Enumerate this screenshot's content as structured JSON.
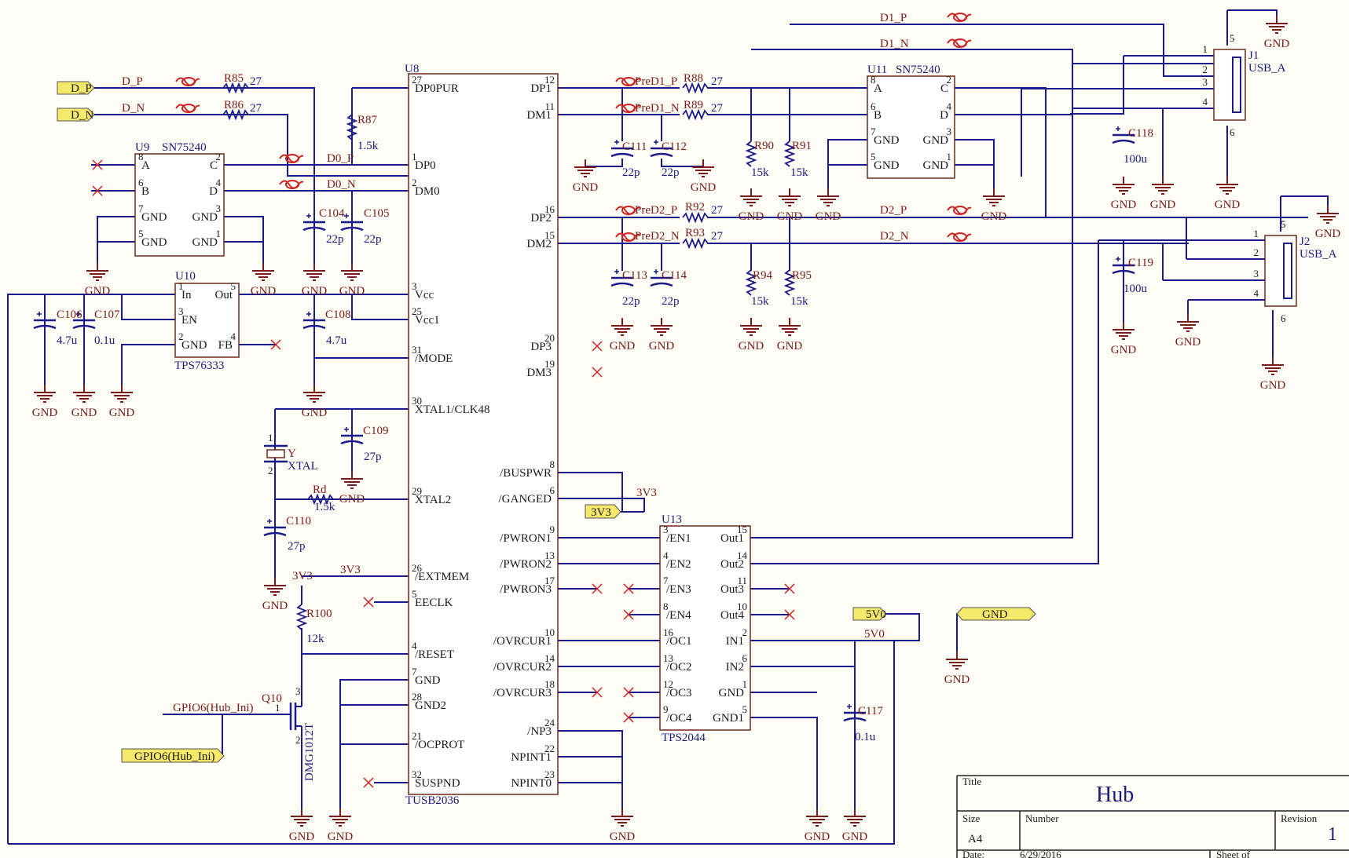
{
  "gnd_label": "GND",
  "ports": {
    "dp": "D_P",
    "dn": "D_N",
    "v33": "3V3",
    "gpio": "GPIO6(Hub_Ini)",
    "v5": "5V0",
    "gnd": "GND"
  },
  "nets": {
    "d_p": "D_P",
    "d_n": "D_N",
    "d0_p": "D0_P",
    "d0_n": "D0_N",
    "d1_p": "D1_P",
    "d1_n": "D1_N",
    "d2_p": "D2_P",
    "d2_n": "D2_N",
    "pred1_p": "PreD1_P",
    "pred1_n": "PreD1_N",
    "pred2_p": "PreD2_P",
    "pred2_n": "PreD2_N",
    "v33": "3V3",
    "v5": "5V0",
    "gpio": "GPIO6(Hub_Ini)"
  },
  "u8": {
    "ref": "U8",
    "name": "TUSB2036",
    "left": [
      {
        "num": "27",
        "name": "DP0PUR"
      },
      {
        "num": "1",
        "name": "DP0"
      },
      {
        "num": "2",
        "name": "DM0"
      },
      {
        "num": "3",
        "name": "Vcc"
      },
      {
        "num": "25",
        "name": "Vcc1"
      },
      {
        "num": "31",
        "name": "/MODE"
      },
      {
        "num": "30",
        "name": "XTAL1/CLK48"
      },
      {
        "num": "29",
        "name": "XTAL2"
      },
      {
        "num": "26",
        "name": "/EXTMEM"
      },
      {
        "num": "5",
        "name": "EECLK"
      },
      {
        "num": "4",
        "name": "/RESET"
      },
      {
        "num": "7",
        "name": "GND"
      },
      {
        "num": "28",
        "name": "GND2"
      },
      {
        "num": "21",
        "name": "/OCPROT"
      },
      {
        "num": "32",
        "name": "SUSPND"
      }
    ],
    "right": [
      {
        "num": "12",
        "name": "DP1"
      },
      {
        "num": "11",
        "name": "DM1"
      },
      {
        "num": "16",
        "name": "DP2"
      },
      {
        "num": "15",
        "name": "DM2"
      },
      {
        "num": "20",
        "name": "DP3"
      },
      {
        "num": "19",
        "name": "DM3"
      },
      {
        "num": "8",
        "name": "/BUSPWR"
      },
      {
        "num": "6",
        "name": "/GANGED"
      },
      {
        "num": "9",
        "name": "/PWRON1"
      },
      {
        "num": "13",
        "name": "/PWRON2"
      },
      {
        "num": "17",
        "name": "/PWRON3"
      },
      {
        "num": "10",
        "name": "/OVRCUR1"
      },
      {
        "num": "14",
        "name": "/OVRCUR2"
      },
      {
        "num": "18",
        "name": "/OVRCUR3"
      },
      {
        "num": "24",
        "name": "/NP3"
      },
      {
        "num": "22",
        "name": "NPINT1"
      },
      {
        "num": "23",
        "name": "NPINT0"
      }
    ]
  },
  "u9": {
    "ref": "U9",
    "name": "SN75240",
    "l": [
      {
        "num": "8",
        "name": "A"
      },
      {
        "num": "6",
        "name": "B"
      },
      {
        "num": "7",
        "name": "GND"
      },
      {
        "num": "5",
        "name": "GND"
      }
    ],
    "r": [
      {
        "num": "2",
        "name": "C"
      },
      {
        "num": "4",
        "name": "D"
      },
      {
        "num": "3",
        "name": "GND"
      },
      {
        "num": "1",
        "name": "GND"
      }
    ]
  },
  "u11": {
    "ref": "U11",
    "name": "SN75240",
    "l": [
      {
        "num": "8",
        "name": "A"
      },
      {
        "num": "6",
        "name": "B"
      },
      {
        "num": "7",
        "name": "GND"
      },
      {
        "num": "5",
        "name": "GND"
      }
    ],
    "r": [
      {
        "num": "2",
        "name": "C"
      },
      {
        "num": "4",
        "name": "D"
      },
      {
        "num": "3",
        "name": "GND"
      },
      {
        "num": "1",
        "name": "GND"
      }
    ]
  },
  "u10": {
    "ref": "U10",
    "name": "TPS76333",
    "l": [
      {
        "num": "1",
        "name": "In"
      },
      {
        "num": "3",
        "name": "EN"
      },
      {
        "num": "2",
        "name": "GND"
      }
    ],
    "r": [
      {
        "num": "5",
        "name": "Out"
      },
      {
        "num": "4",
        "name": "FB"
      }
    ]
  },
  "u13": {
    "ref": "U13",
    "name": "TPS2044",
    "l": [
      {
        "num": "3",
        "name": "/EN1"
      },
      {
        "num": "4",
        "name": "/EN2"
      },
      {
        "num": "7",
        "name": "/EN3"
      },
      {
        "num": "8",
        "name": "/EN4"
      },
      {
        "num": "16",
        "name": "/OC1"
      },
      {
        "num": "13",
        "name": "/OC2"
      },
      {
        "num": "12",
        "name": "/OC3"
      },
      {
        "num": "9",
        "name": "/OC4"
      }
    ],
    "r": [
      {
        "num": "15",
        "name": "Out1"
      },
      {
        "num": "14",
        "name": "Out2"
      },
      {
        "num": "11",
        "name": "Out3"
      },
      {
        "num": "10",
        "name": "Out4"
      },
      {
        "num": "2",
        "name": "IN1"
      },
      {
        "num": "6",
        "name": "IN2"
      },
      {
        "num": "1",
        "name": "GND"
      },
      {
        "num": "5",
        "name": "GND1"
      }
    ]
  },
  "j1": {
    "ref": "J1",
    "name": "USB_A",
    "pins": [
      "1",
      "2",
      "3",
      "4"
    ],
    "shield": [
      "5",
      "6"
    ]
  },
  "j2": {
    "ref": "J2",
    "name": "USB_A",
    "pins": [
      "1",
      "2",
      "3",
      "4"
    ],
    "shield": [
      "5",
      "6"
    ]
  },
  "resistors": {
    "r85": {
      "ref": "R85",
      "val": "27"
    },
    "r86": {
      "ref": "R86",
      "val": "27"
    },
    "r87": {
      "ref": "R87",
      "val": "1.5k"
    },
    "r88": {
      "ref": "R88",
      "val": "27"
    },
    "r89": {
      "ref": "R89",
      "val": "27"
    },
    "r90": {
      "ref": "R90",
      "val": "15k"
    },
    "r91": {
      "ref": "R91",
      "val": "15k"
    },
    "r92": {
      "ref": "R92",
      "val": "27"
    },
    "r93": {
      "ref": "R93",
      "val": "27"
    },
    "r94": {
      "ref": "R94",
      "val": "15k"
    },
    "r95": {
      "ref": "R95",
      "val": "15k"
    },
    "rd": {
      "ref": "Rd",
      "val": "1.5k"
    },
    "r100": {
      "ref": "R100",
      "val": "12k"
    }
  },
  "capacitors": {
    "c104": {
      "ref": "C104",
      "val": "22p"
    },
    "c105": {
      "ref": "C105",
      "val": "22p"
    },
    "c106": {
      "ref": "C106",
      "val": "4.7u"
    },
    "c107": {
      "ref": "C107",
      "val": "0.1u"
    },
    "c108": {
      "ref": "C108",
      "val": "4.7u"
    },
    "c109": {
      "ref": "C109",
      "val": "27p"
    },
    "c110": {
      "ref": "C110",
      "val": "27p"
    },
    "c111": {
      "ref": "C111",
      "val": "22p"
    },
    "c112": {
      "ref": "C112",
      "val": "22p"
    },
    "c113": {
      "ref": "C113",
      "val": "22p"
    },
    "c114": {
      "ref": "C114",
      "val": "22p"
    },
    "c117": {
      "ref": "C117",
      "val": "0.1u"
    },
    "c118": {
      "ref": "C118",
      "val": "100u"
    },
    "c119": {
      "ref": "C119",
      "val": "100u"
    }
  },
  "crystal": {
    "ref": "Y",
    "name": "XTAL",
    "pin1": "1",
    "pin2": "2"
  },
  "q10": {
    "ref": "Q10",
    "name": "DMG1012T",
    "p1": "1",
    "p2": "2",
    "p3": "3"
  },
  "title_block": {
    "title_label": "Title",
    "title": "Hub",
    "size_label": "Size",
    "size": "A4",
    "number_label": "Number",
    "revision_label": "Revision",
    "revision": "1",
    "date_label": "Date:",
    "date": "6/29/2016",
    "sheet_label": "Sheet   of"
  }
}
